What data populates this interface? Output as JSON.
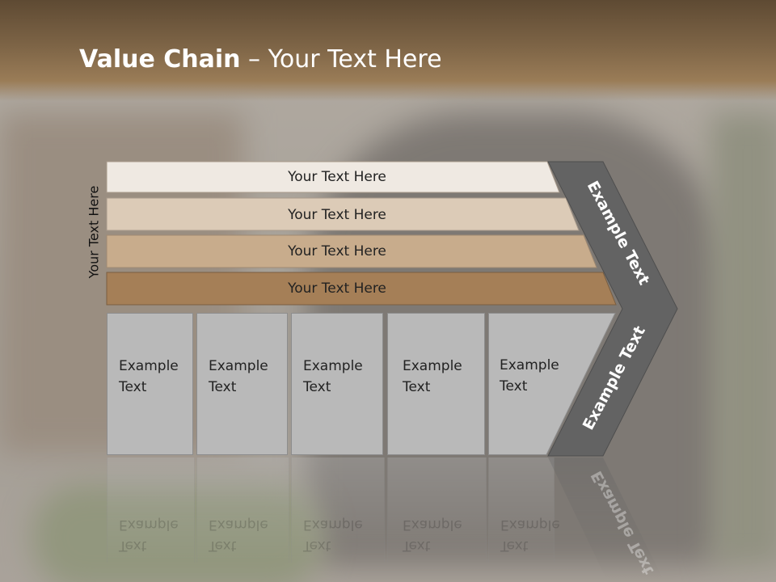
{
  "title": {
    "bold": "Value Chain",
    "rest": " – Your Text Here"
  },
  "side_label": "Your Text Here",
  "bars": [
    {
      "label": "Your Text Here",
      "color": "#efe9e2"
    },
    {
      "label": "Your Text Here",
      "color": "#dccbb7"
    },
    {
      "label": "Your Text Here",
      "color": "#c8ac8c"
    },
    {
      "label": "Your Text Here",
      "color": "#a57f57"
    }
  ],
  "cards": [
    {
      "line1": "Example",
      "line2": "Text"
    },
    {
      "line1": "Example",
      "line2": "Text"
    },
    {
      "line1": "Example",
      "line2": "Text"
    },
    {
      "line1": "Example",
      "line2": "Text"
    },
    {
      "line1": "Example",
      "line2": "Text"
    }
  ],
  "chevron": {
    "top_label": "Example Text",
    "bottom_label": "Example Text",
    "color": "#636363"
  }
}
